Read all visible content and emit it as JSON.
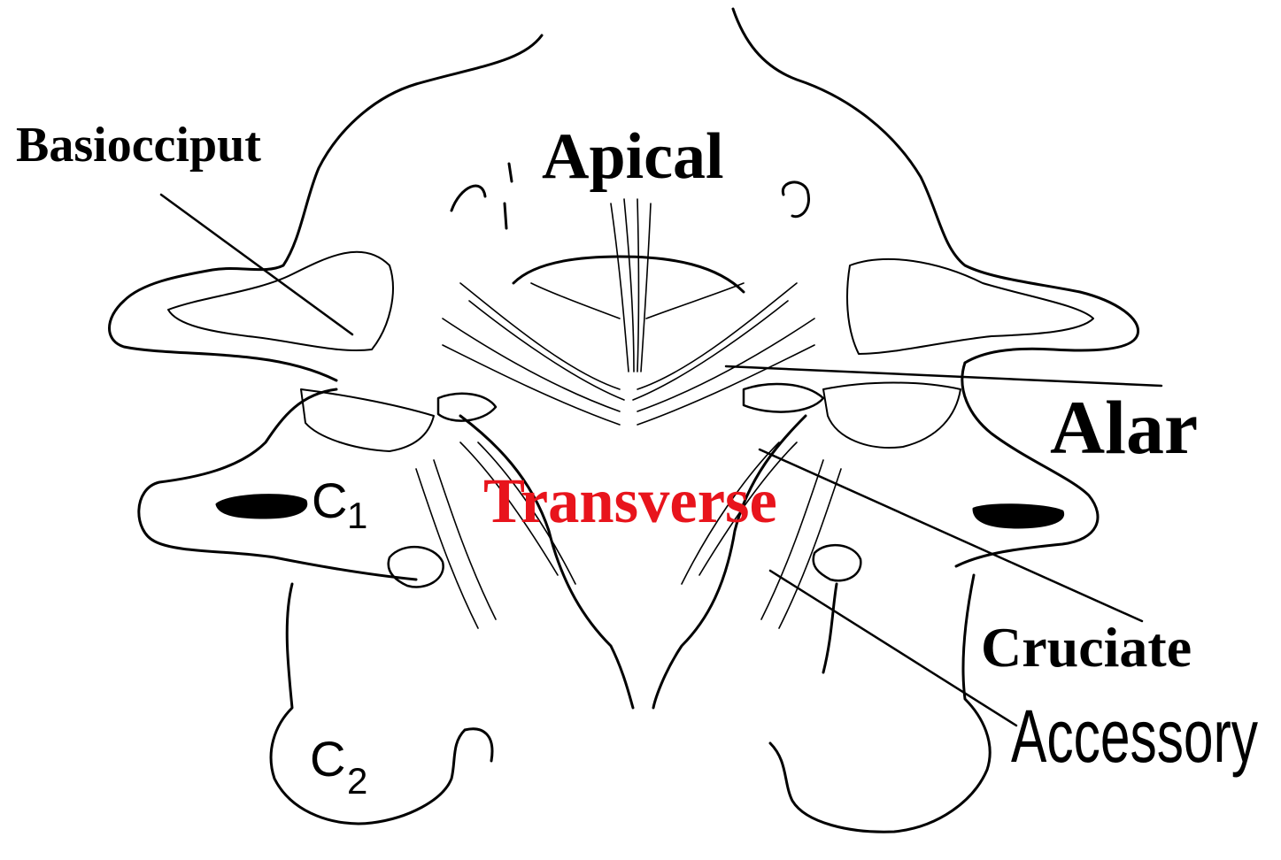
{
  "diagram": {
    "labels": {
      "basiocciput": "Basiocciput",
      "apical": "Apical",
      "alar": "Alar",
      "transverse": "Transverse",
      "cruciate": "Cruciate",
      "accessory": "Accessory",
      "c1": "C",
      "c1_sub": "1",
      "c2": "C",
      "c2_sub": "2"
    },
    "colors": {
      "line": "#000000",
      "label": "#000000",
      "transverse_label": "#e8141c",
      "background": "#ffffff"
    }
  }
}
